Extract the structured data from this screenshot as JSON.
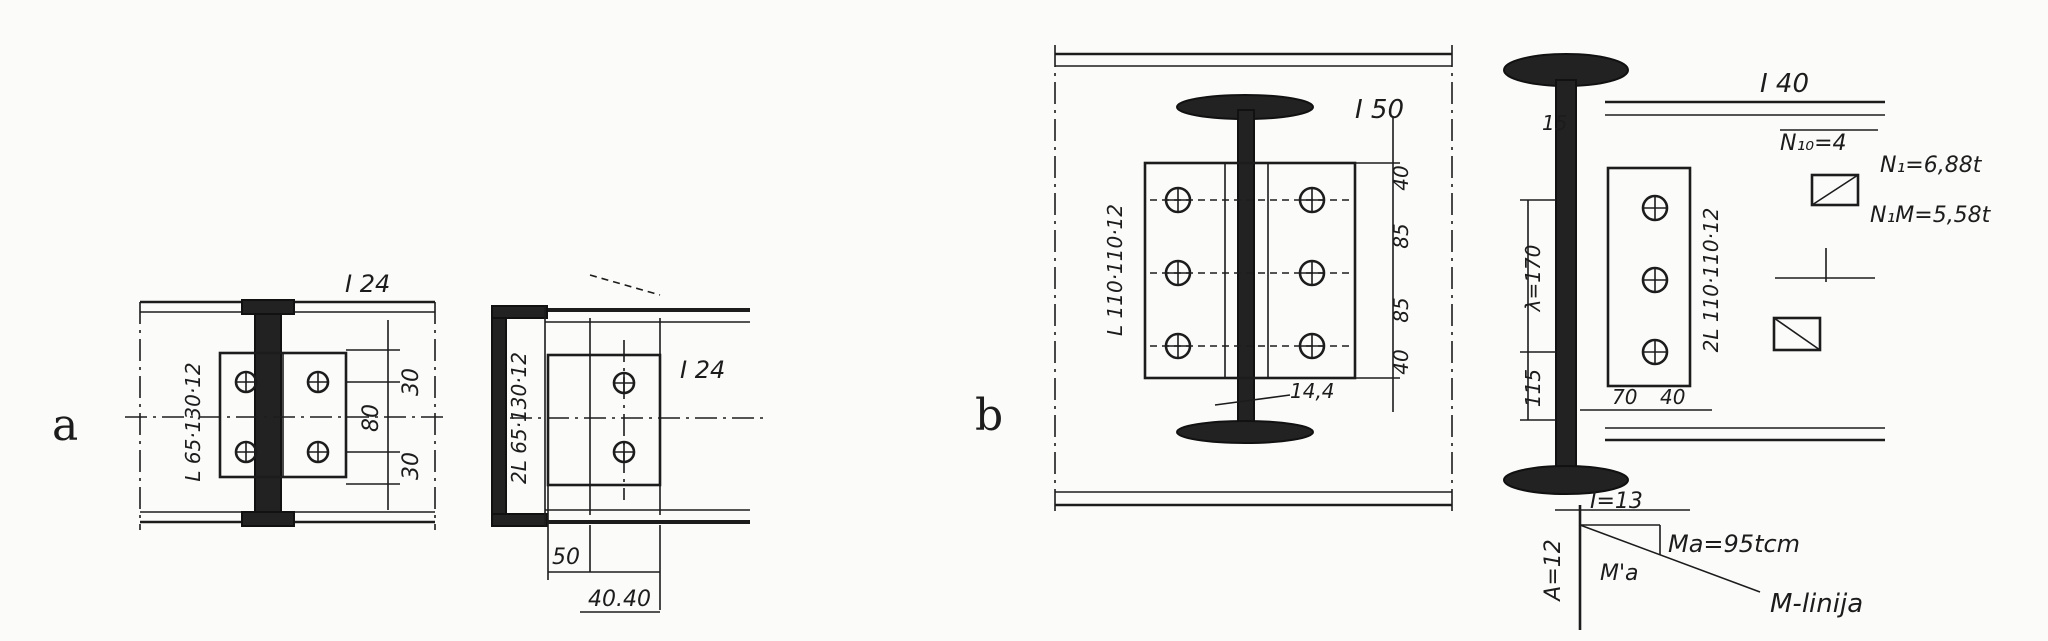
{
  "panel_a": {
    "label": "a",
    "left_view": {
      "profile": "I 24",
      "angle": "L 65·130·12",
      "dims": [
        "30",
        "80",
        "30"
      ]
    },
    "right_view": {
      "profile": "I 24",
      "angle": "2L 65·130·12",
      "dims": [
        "50",
        "40.40"
      ]
    }
  },
  "panel_b": {
    "label": "b",
    "left_view": {
      "profile": "I 50",
      "angle": "L 110·110·12",
      "web": "14,4",
      "dims": [
        "40",
        "85",
        "85",
        "40"
      ]
    },
    "right_view": {
      "profile": "I 40",
      "angle": "2L 110·110·12",
      "top_dim": "15",
      "dims": [
        "λ=170",
        "115",
        "70",
        "40"
      ],
      "bottom": "I=13",
      "vertical": "A=12",
      "n_top": "N₁₀=4",
      "n1": "N₁=6,88t",
      "n1m": "N₁M=5,58t",
      "ma": "Ma=95tcm",
      "ma_prime": "M'a",
      "m_line": "M-linija"
    }
  }
}
